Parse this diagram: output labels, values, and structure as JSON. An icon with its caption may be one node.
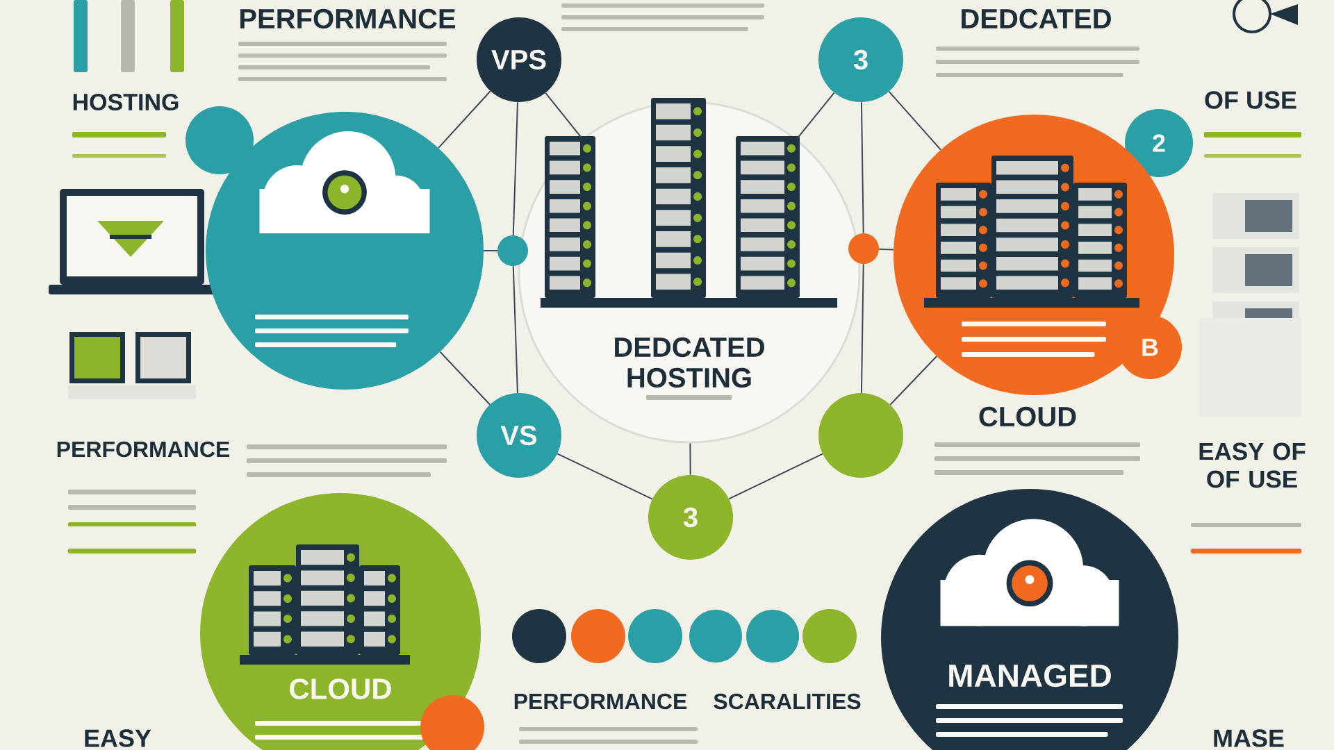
{
  "diagram": {
    "nodes": [
      {
        "text": [
          "VPS"
        ]
      },
      {
        "text": [
          "3"
        ]
      },
      {
        "text": [],
        "shape": "circle"
      },
      {
        "text": [],
        "shape": "circle"
      },
      {
        "text": [
          "DEDCATED HOSTING"
        ]
      },
      {
        "text": [
          "2"
        ]
      },
      {
        "text": [],
        "shape": "circle"
      },
      {
        "text": [],
        "shape": "circle"
      },
      {
        "text": [],
        "shape": "circle"
      },
      {
        "text": [
          "B"
        ]
      },
      {
        "text": [
          "VS"
        ]
      },
      {
        "text": [],
        "shape": "circle"
      },
      {
        "text": [
          "3"
        ]
      },
      {
        "text": [
          "CLOUD"
        ]
      },
      {
        "text": [],
        "shape": "circle"
      },
      {
        "text": [
          "MANAGED"
        ]
      },
      {
        "text": [],
        "shape": "circle"
      },
      {
        "text": [],
        "shape": "circle"
      },
      {
        "text": [],
        "shape": "circle"
      },
      {
        "text": [],
        "shape": "circle"
      },
      {
        "text": [],
        "shape": "circle"
      },
      {
        "text": [],
        "shape": "circle"
      }
    ],
    "edges": [
      {
        "from": 0,
        "to": 3,
        "arrow": "none"
      },
      {
        "from": 0,
        "to": 4,
        "arrow": "none"
      },
      {
        "from": 0,
        "to": 6,
        "arrow": "none"
      },
      {
        "from": 6,
        "to": 10,
        "arrow": "none"
      },
      {
        "from": 6,
        "to": 3,
        "arrow": "none"
      },
      {
        "from": 1,
        "to": 4,
        "arrow": "none"
      },
      {
        "from": 1,
        "to": 8,
        "arrow": "none"
      },
      {
        "from": 1,
        "to": 7,
        "arrow": "none"
      },
      {
        "from": 7,
        "to": 11,
        "arrow": "none"
      },
      {
        "from": 7,
        "to": 8,
        "arrow": "none"
      },
      {
        "from": 10,
        "to": 3,
        "arrow": "none"
      },
      {
        "from": 11,
        "to": 8,
        "arrow": "none"
      },
      {
        "from": 4,
        "to": 12,
        "arrow": "none"
      },
      {
        "from": 12,
        "to": 10,
        "arrow": "none"
      },
      {
        "from": 12,
        "to": 11,
        "arrow": "none"
      }
    ],
    "labels": [
      "PERFORMANCE",
      "DEDCATED",
      "HOSTING",
      "OF USE",
      "CLOUD",
      "PERFORMANCE",
      "EASY OF OF USE",
      "PERFORMANCE",
      "SCARALITIES",
      "EASY",
      "MASE"
    ]
  }
}
